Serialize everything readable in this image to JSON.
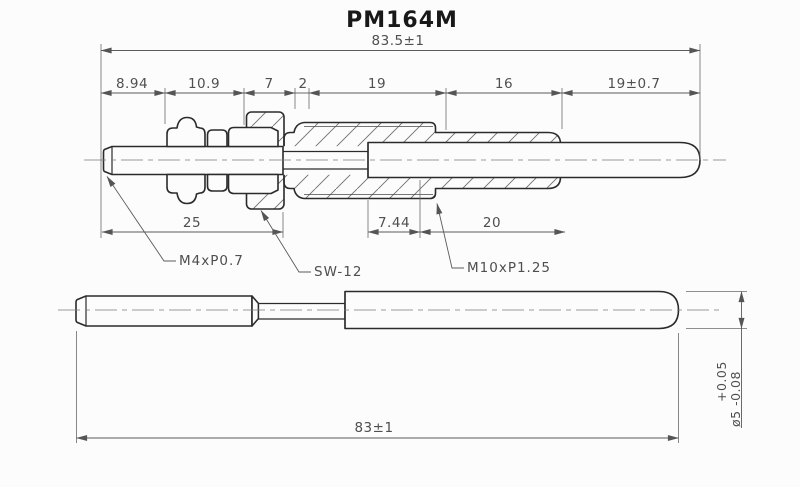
{
  "title": "PM164M",
  "colors": {
    "outline": "#2b2b2b",
    "dimension_line": "#5a5a5a",
    "label_text": "#4f4f4f",
    "background": "#fcfcfc"
  },
  "top_view": {
    "overall_dim": "83.5±1",
    "chain_dims": [
      "8.94",
      "10.9",
      "7",
      "2",
      "19",
      "16",
      "19±0.7"
    ],
    "lower_dims": [
      "25",
      "7.44",
      "20"
    ],
    "callouts": {
      "thread_small": "M4xP0.7",
      "wrench_size": "SW-12",
      "thread_main": "M10xP1.25"
    }
  },
  "bottom_view": {
    "overall_dim": "83±1",
    "diameter": {
      "tol_plus": "+0.05",
      "value_with_tol_minus": "ø5 -0.08"
    }
  }
}
